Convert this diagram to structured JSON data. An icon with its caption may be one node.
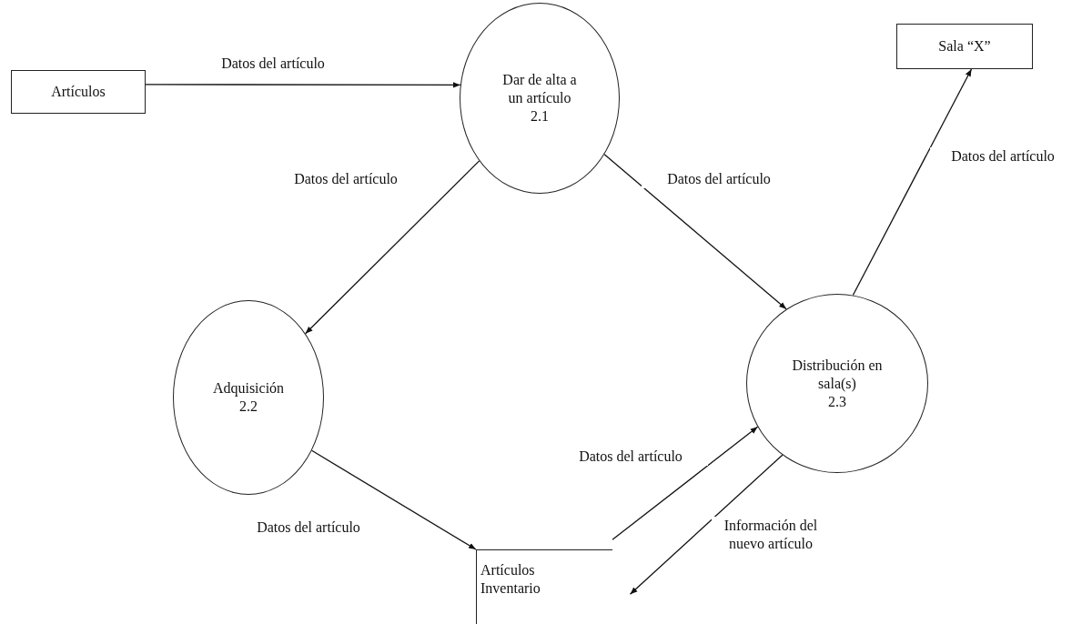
{
  "diagram": {
    "nodes": [
      {
        "text": [
          "Artículos"
        ]
      },
      {
        "text": [
          "Dar de alta a un artículo",
          "2.1"
        ]
      },
      {
        "text": [
          "Adquisición",
          "2.2"
        ]
      },
      {
        "text": [
          "Distribución en sala(s)",
          "2.3"
        ]
      },
      {
        "text": [
          "Sala “X”"
        ]
      },
      {
        "text": [
          "Artículos Inventario"
        ]
      }
    ],
    "edges": [
      {
        "from": 0,
        "to": 1,
        "arrow": "to",
        "label": "Datos del artículo"
      },
      {
        "from": 1,
        "to": 2,
        "arrow": "to",
        "label": "Datos del artículo"
      },
      {
        "from": 1,
        "to": 3,
        "arrow": "to",
        "label": "Datos del artículo"
      },
      {
        "from": 3,
        "to": 4,
        "arrow": "to",
        "label": "Datos del artículo"
      },
      {
        "from": 2,
        "to": 5,
        "arrow": "to",
        "label": "Datos del artículo"
      },
      {
        "from": 5,
        "to": 3,
        "arrow": "to",
        "label": "Datos del artículo"
      },
      {
        "from": 3,
        "to": 5,
        "arrow": "to",
        "label": "Información del nuevo artículo"
      }
    ]
  }
}
